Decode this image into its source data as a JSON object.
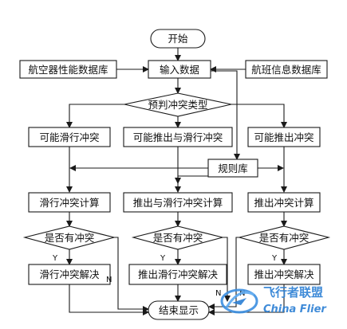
{
  "nodes": {
    "start": "开始",
    "aircraft_db": "航空器性能数据库",
    "input": "输入数据",
    "flight_db": "航班信息数据库",
    "predict": "预判冲突类型",
    "taxi_possible": "可能滑行冲突",
    "push_taxi_possible": "可能推出与滑行冲突",
    "push_possible": "可能推出冲突",
    "rule_db": "规则库",
    "taxi_calc": "滑行冲突计算",
    "push_taxi_calc": "推出与滑行冲突计算",
    "push_calc": "推出冲突计算",
    "conflict_q1": "是否有冲突",
    "conflict_q2": "是否有冲突",
    "conflict_q3": "是否有冲突",
    "taxi_resolve": "滑行冲突解决",
    "push_taxi_resolve": "推出滑行冲突解决",
    "push_resolve": "推出冲突解决",
    "end": "结束显示"
  },
  "branch_labels": {
    "yes1": "Y",
    "no1": "N",
    "yes2": "Y",
    "no2": "N",
    "yes3": "Y",
    "no3": "N"
  },
  "watermark": {
    "line1": "飞行者联盟",
    "line2": "China Flier"
  }
}
